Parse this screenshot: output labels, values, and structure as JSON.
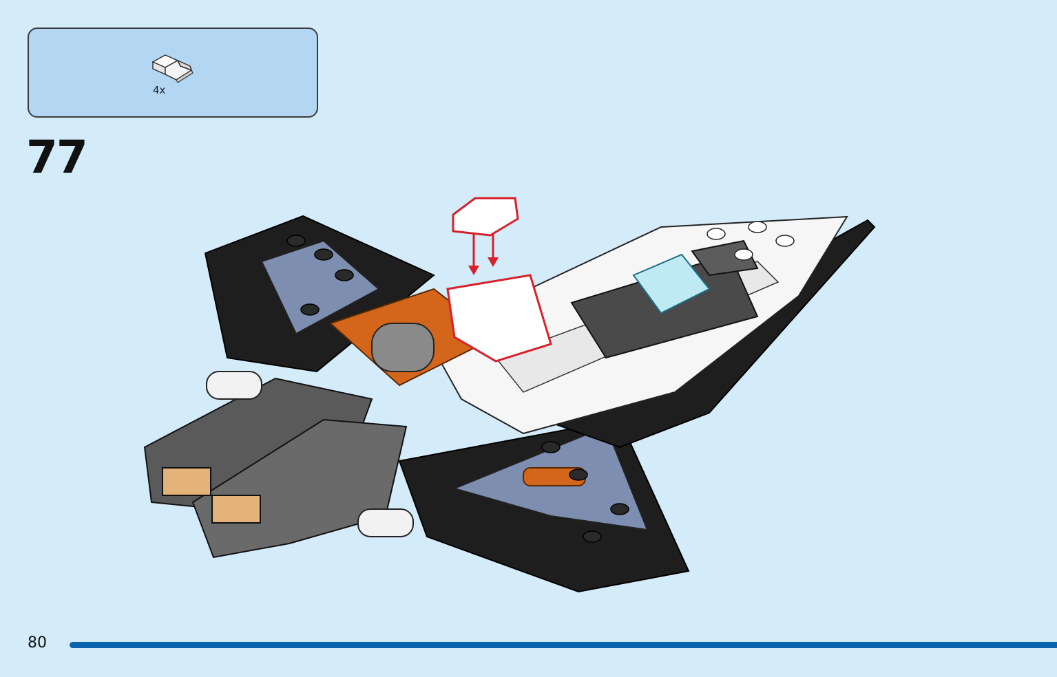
{
  "parts_list": {
    "items": [
      {
        "name": "white-slope-brick-icon",
        "quantity": "4x"
      }
    ]
  },
  "step": {
    "number": "77"
  },
  "footer": {
    "page_number": "80"
  },
  "colors": {
    "background": "#d4ebfa",
    "parts_box": "#b3d6f3",
    "progress": "#0a63ad",
    "highlight": "#d8202b",
    "orange": "#d4661c",
    "black": "#1e1e1e",
    "sand_blue": "#7d8eb0",
    "dark_gray": "#5a5a5a"
  }
}
